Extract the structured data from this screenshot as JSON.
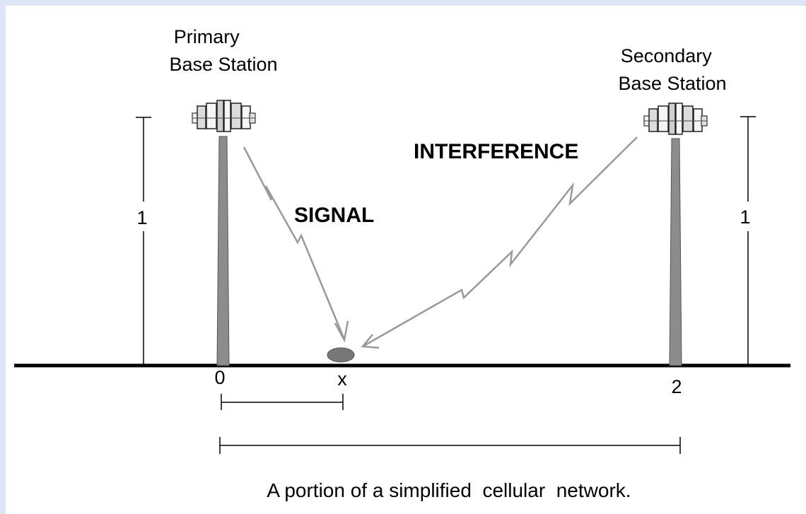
{
  "primary_station": {
    "line1": "Primary",
    "line2": "Base Station"
  },
  "secondary_station": {
    "line1": "Secondary",
    "line2": "Base Station"
  },
  "signal_label": "SIGNAL",
  "interference_label": "INTERFERENCE",
  "primary_height_label": "1",
  "secondary_height_label": "1",
  "origin_label": "0",
  "receiver_label": "x",
  "secondary_position_label": "2",
  "caption": "A portion of a simplified  cellular  network.",
  "colors": {
    "background": "#dce6f5",
    "canvas": "#ffffff",
    "tower": "#8c8c8c",
    "arrow": "#999999",
    "receiver": "#777777"
  }
}
